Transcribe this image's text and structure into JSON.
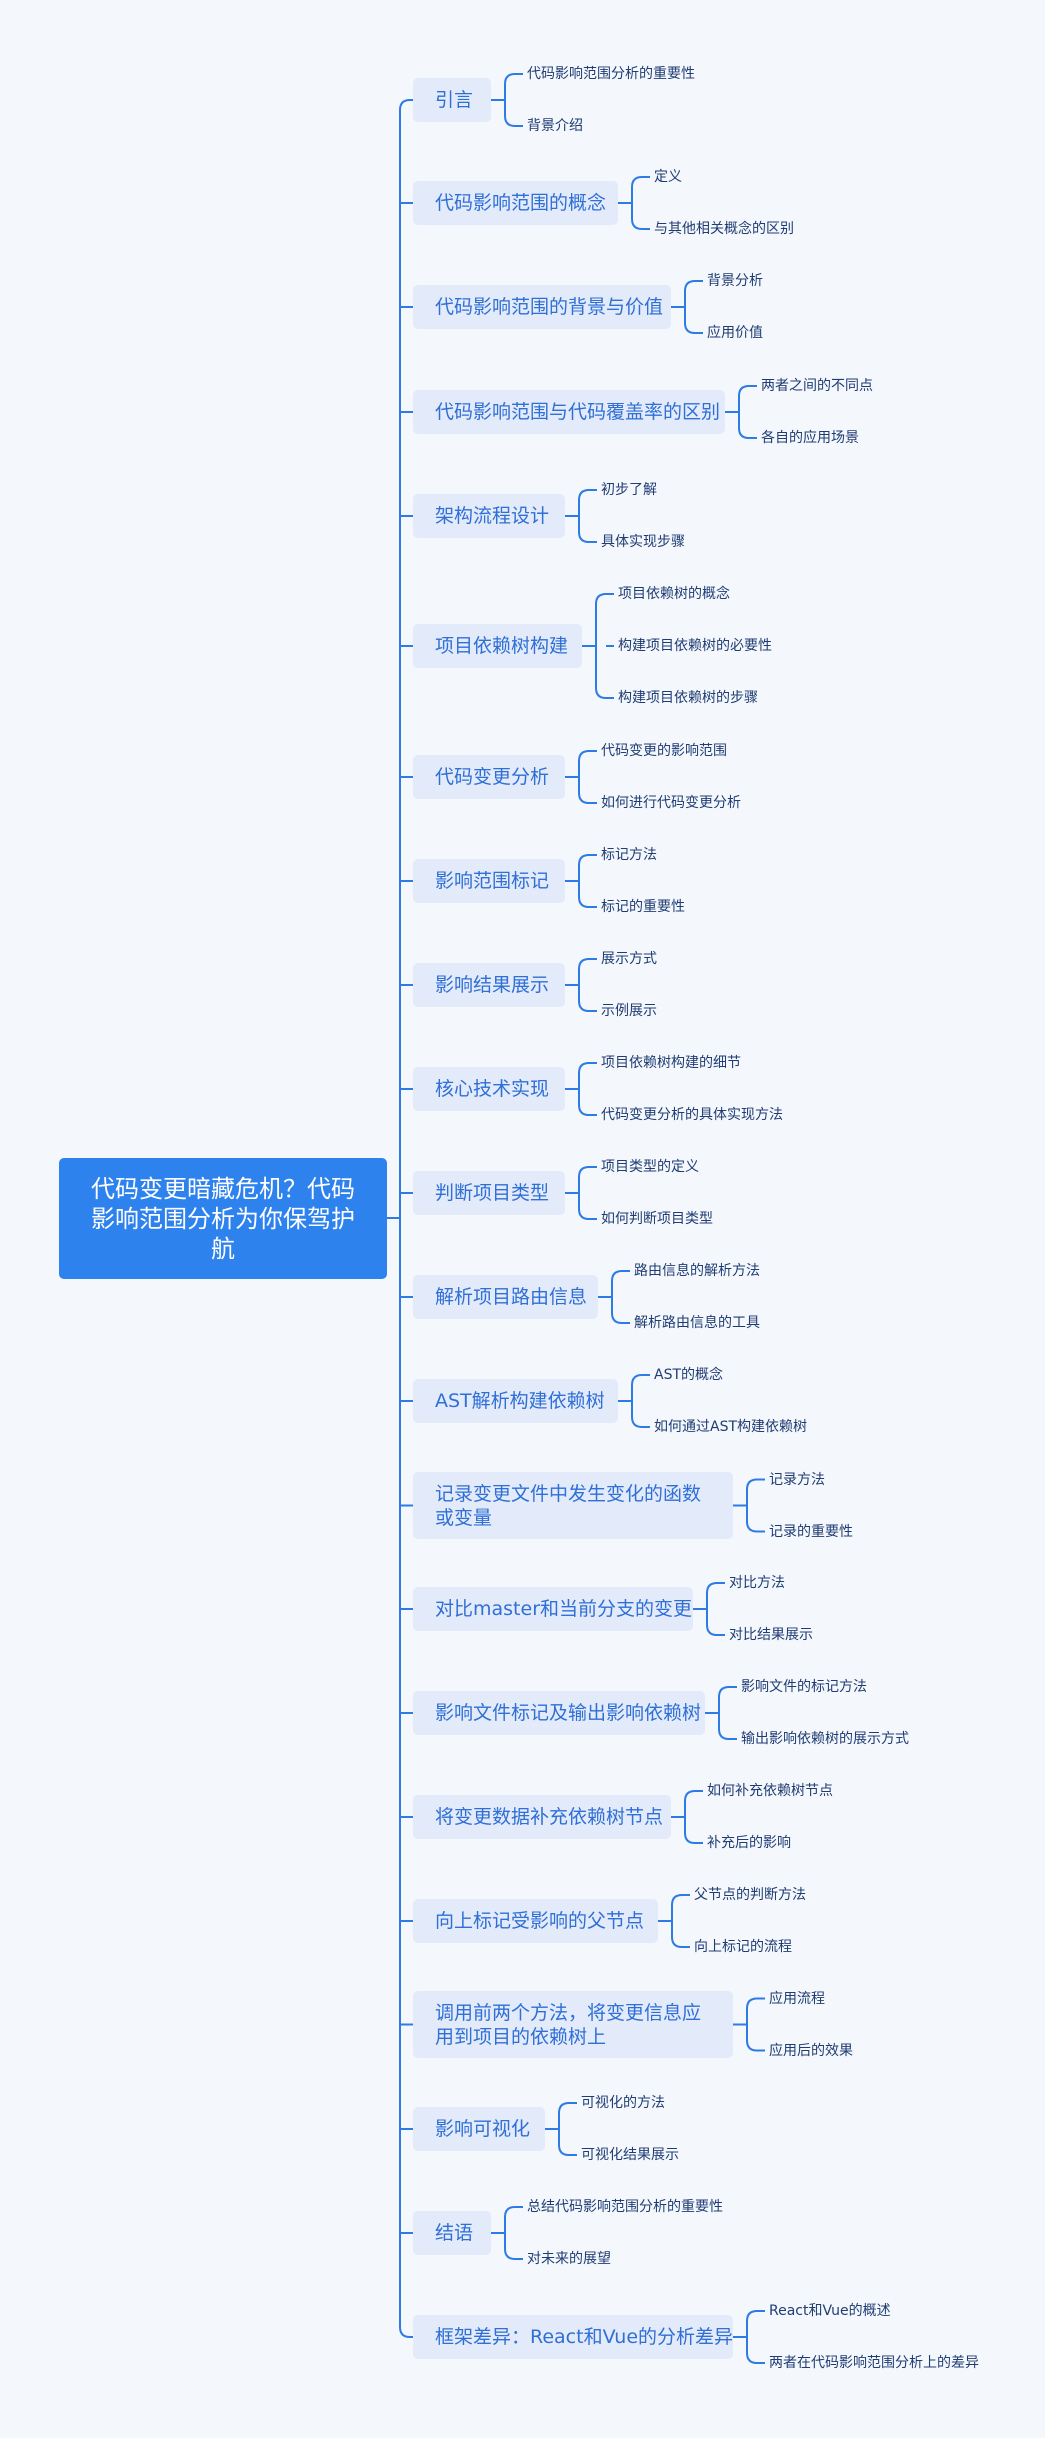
{
  "root": {
    "title": "代码变更暗藏危机？代码影响范围分析为你保驾护航"
  },
  "colors": {
    "line": "#2e7be6",
    "root_bg": "#2e82ee",
    "topic_bg": "#e3ebfa",
    "topic_text": "#2f6fd6",
    "leaf_text": "#1f3d73"
  },
  "branches": [
    {
      "label": "引言",
      "children": [
        "代码影响范围分析的重要性",
        "背景介绍"
      ]
    },
    {
      "label": "代码影响范围的概念",
      "children": [
        "定义",
        "与其他相关概念的区别"
      ]
    },
    {
      "label": "代码影响范围的背景与价值",
      "children": [
        "背景分析",
        "应用价值"
      ]
    },
    {
      "label": "代码影响范围与代码覆盖率的区别",
      "children": [
        "两者之间的不同点",
        "各自的应用场景"
      ]
    },
    {
      "label": "架构流程设计",
      "children": [
        "初步了解",
        "具体实现步骤"
      ]
    },
    {
      "label": "项目依赖树构建",
      "children": [
        "项目依赖树的概念",
        "构建项目依赖树的必要性",
        "构建项目依赖树的步骤"
      ]
    },
    {
      "label": "代码变更分析",
      "children": [
        "代码变更的影响范围",
        "如何进行代码变更分析"
      ]
    },
    {
      "label": "影响范围标记",
      "children": [
        "标记方法",
        "标记的重要性"
      ]
    },
    {
      "label": "影响结果展示",
      "children": [
        "展示方式",
        "示例展示"
      ]
    },
    {
      "label": "核心技术实现",
      "children": [
        "项目依赖树构建的细节",
        "代码变更分析的具体实现方法"
      ]
    },
    {
      "label": "判断项目类型",
      "children": [
        "项目类型的定义",
        "如何判断项目类型"
      ]
    },
    {
      "label": "解析项目路由信息",
      "children": [
        "路由信息的解析方法",
        "解析路由信息的工具"
      ]
    },
    {
      "label": "AST解析构建依赖树",
      "children": [
        "AST的概念",
        "如何通过AST构建依赖树"
      ]
    },
    {
      "label": "记录变更文件中发生变化的函数或变量",
      "children": [
        "记录方法",
        "记录的重要性"
      ]
    },
    {
      "label": "对比master和当前分支的变更",
      "children": [
        "对比方法",
        "对比结果展示"
      ]
    },
    {
      "label": "影响文件标记及输出影响依赖树",
      "children": [
        "影响文件的标记方法",
        "输出影响依赖树的展示方式"
      ]
    },
    {
      "label": "将变更数据补充依赖树节点",
      "children": [
        "如何补充依赖树节点",
        "补充后的影响"
      ]
    },
    {
      "label": "向上标记受影响的父节点",
      "children": [
        "父节点的判断方法",
        "向上标记的流程"
      ]
    },
    {
      "label": "调用前两个方法，将变更信息应用到项目的依赖树上",
      "children": [
        "应用流程",
        "应用后的效果"
      ]
    },
    {
      "label": "影响可视化",
      "children": [
        "可视化的方法",
        "可视化结果展示"
      ]
    },
    {
      "label": "结语",
      "children": [
        "总结代码影响范围分析的重要性",
        "对未来的展望"
      ]
    },
    {
      "label": "框架差异：React和Vue的分析差异",
      "children": [
        "React和Vue的概述",
        "两者在代码影响范围分析上的差异"
      ]
    }
  ]
}
